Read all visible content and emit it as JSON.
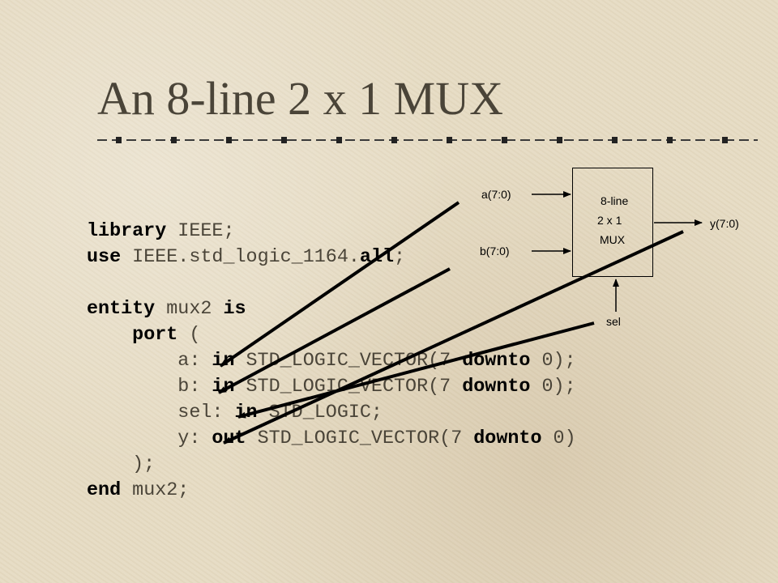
{
  "title": "An 8-line 2 x 1 MUX",
  "code_lines": [
    [
      {
        "t": "library",
        "k": true
      },
      {
        "t": " IEEE;",
        "k": false
      }
    ],
    [
      {
        "t": "use",
        "k": true
      },
      {
        "t": " IEEE.std_logic_1164.",
        "k": false
      },
      {
        "t": "all",
        "k": true
      },
      {
        "t": ";",
        "k": false
      }
    ],
    [],
    [
      {
        "t": "entity",
        "k": true
      },
      {
        "t": " mux2 ",
        "k": false
      },
      {
        "t": "is",
        "k": true
      }
    ],
    [
      {
        "t": "    ",
        "k": false
      },
      {
        "t": "port",
        "k": true
      },
      {
        "t": " (",
        "k": false
      }
    ],
    [
      {
        "t": "        a: ",
        "k": false
      },
      {
        "t": "in",
        "k": true
      },
      {
        "t": " STD_LOGIC_VECTOR(7 ",
        "k": false
      },
      {
        "t": "downto",
        "k": true
      },
      {
        "t": " 0);",
        "k": false
      }
    ],
    [
      {
        "t": "        b: ",
        "k": false
      },
      {
        "t": "in",
        "k": true
      },
      {
        "t": " STD_LOGIC_VECTOR(7 ",
        "k": false
      },
      {
        "t": "downto",
        "k": true
      },
      {
        "t": " 0);",
        "k": false
      }
    ],
    [
      {
        "t": "        sel: ",
        "k": false
      },
      {
        "t": "in",
        "k": true
      },
      {
        "t": " STD_LOGIC;",
        "k": false
      }
    ],
    [
      {
        "t": "        y: ",
        "k": false
      },
      {
        "t": "out",
        "k": true
      },
      {
        "t": " STD_LOGIC_VECTOR(7 ",
        "k": false
      },
      {
        "t": "downto",
        "k": true
      },
      {
        "t": " 0)",
        "k": false
      }
    ],
    [
      {
        "t": "    );",
        "k": false
      }
    ],
    [
      {
        "t": "end",
        "k": true
      },
      {
        "t": " mux2;",
        "k": false
      }
    ]
  ],
  "diagram": {
    "box_line1": "8-line",
    "box_line2": "2 x 1",
    "box_line3": "MUX",
    "input_a": "a(7:0)",
    "input_b": "b(7:0)",
    "input_sel": "sel",
    "output_y": "y(7:0)"
  }
}
